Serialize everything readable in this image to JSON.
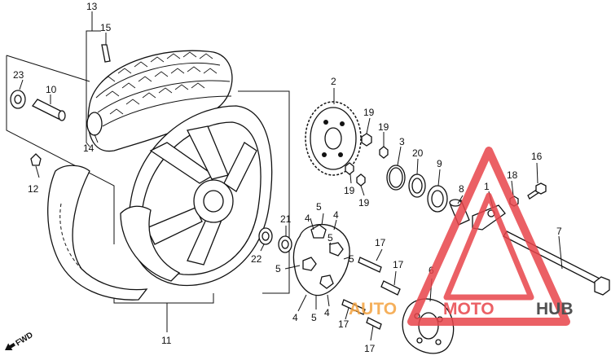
{
  "labels": {
    "p13": "13",
    "p15": "15",
    "p23": "23",
    "p10": "10",
    "p14": "14",
    "p12": "12",
    "p2": "2",
    "p19a": "19",
    "p19b": "19",
    "p19c": "19",
    "p19d": "19",
    "p3": "3",
    "p20": "20",
    "p9": "9",
    "p16": "16",
    "p18": "18",
    "p8": "8",
    "p1": "1",
    "p7": "7",
    "p5a": "5",
    "p4a": "4",
    "p4b": "4",
    "p5b": "5",
    "p21": "21",
    "p22": "22",
    "p5c": "5",
    "p4c": "4",
    "p5d": "5",
    "p4d": "4",
    "p17a": "17",
    "p17b": "17",
    "p17c": "17",
    "p17d": "17",
    "p6": "6",
    "p11": "11"
  },
  "fwd_label": "FWD",
  "watermark": {
    "text_orange": "AUTO",
    "text_red": "MOTO",
    "text_dark": "HUB"
  },
  "colors": {
    "line": "#111111",
    "watermark_red": "#e8454b",
    "watermark_orange": "#f4a340",
    "watermark_dark": "#333333"
  }
}
